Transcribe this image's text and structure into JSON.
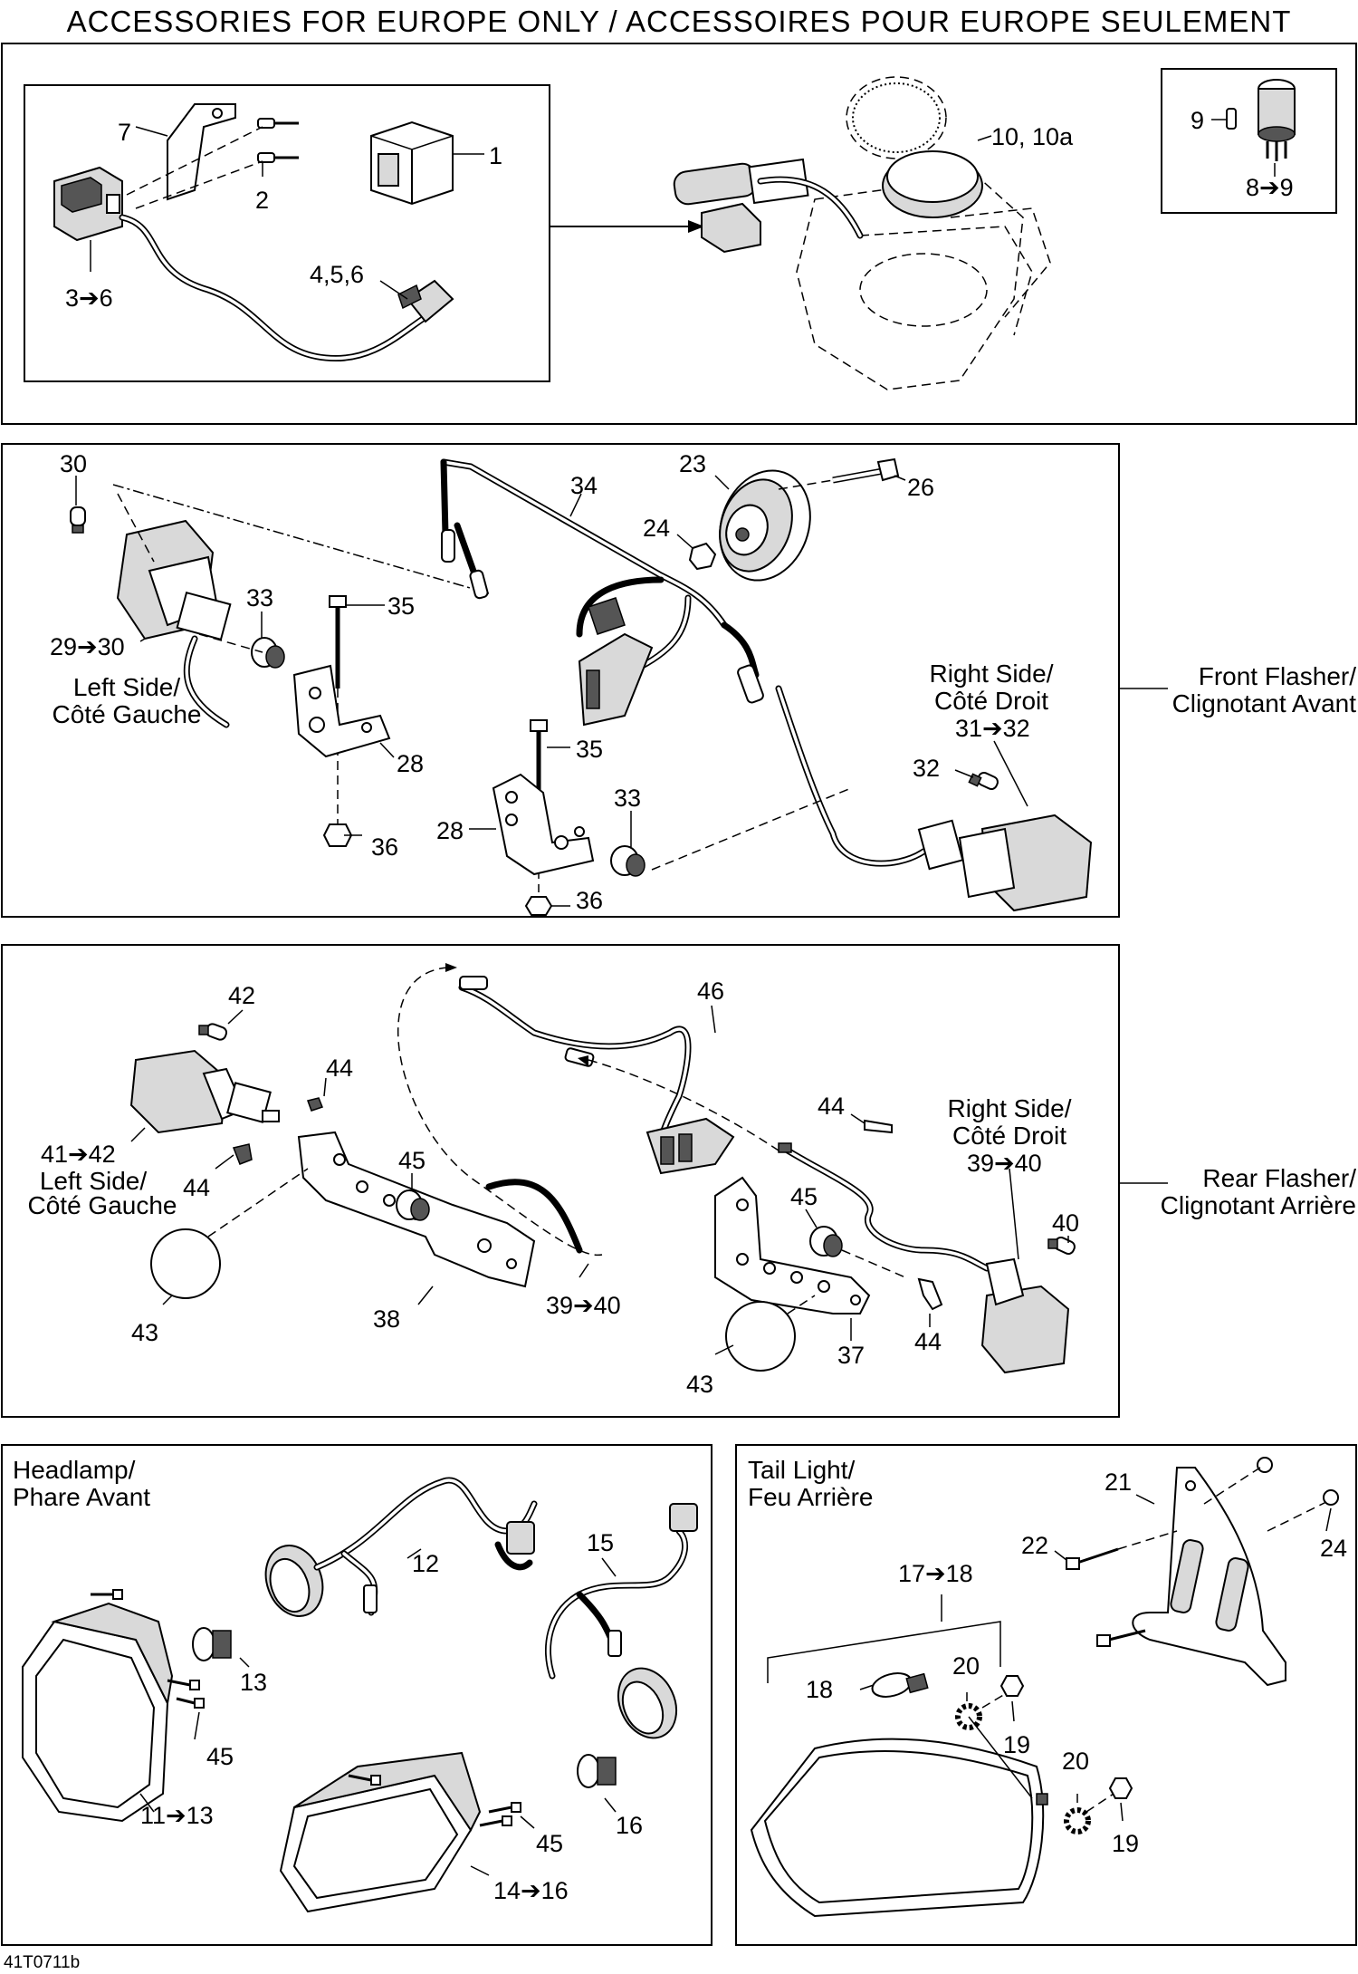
{
  "title": "ACCESSORIES FOR EUROPE ONLY / ACCESSOIRES POUR EUROPE SEULEMENT",
  "footer_code": "41T0711b",
  "panels": {
    "top": {
      "labels": [
        "1",
        "2",
        "7",
        "3➔6",
        "4,5,6",
        "10, 10a",
        "9",
        "8➔9"
      ]
    },
    "front_flasher": {
      "caption_line1": "Front Flasher/",
      "caption_line2": "Clignotant Avant",
      "left_side_line1": "Left Side/",
      "left_side_line2": "Côté Gauche",
      "right_side_line1": "Right Side/",
      "right_side_line2": "Côté Droit",
      "labels": [
        "30",
        "29➔30",
        "33",
        "35",
        "28",
        "36",
        "34",
        "23",
        "26",
        "24",
        "31➔32",
        "32",
        "35",
        "33",
        "28",
        "36"
      ]
    },
    "rear_flasher": {
      "caption_line1": "Rear Flasher/",
      "caption_line2": "Clignotant Arrière",
      "left_side_line1": "Left Side/",
      "left_side_line2": "Côté Gauche",
      "right_side_line1": "Right Side/",
      "right_side_line2": "Côté Droit",
      "labels": [
        "42",
        "44",
        "41➔42",
        "44",
        "45",
        "43",
        "38",
        "39➔40",
        "46",
        "44",
        "39➔40",
        "45",
        "40",
        "44",
        "37",
        "43"
      ]
    },
    "headlamp": {
      "caption_line1": "Headlamp/",
      "caption_line2": "Phare Avant",
      "labels": [
        "12",
        "15",
        "13",
        "45",
        "11➔13",
        "16",
        "45",
        "14➔16"
      ]
    },
    "tail_light": {
      "caption_line1": "Tail Light/",
      "caption_line2": "Feu Arrière",
      "labels": [
        "21",
        "22",
        "24",
        "17➔18",
        "18",
        "20",
        "19",
        "20",
        "19"
      ]
    }
  }
}
